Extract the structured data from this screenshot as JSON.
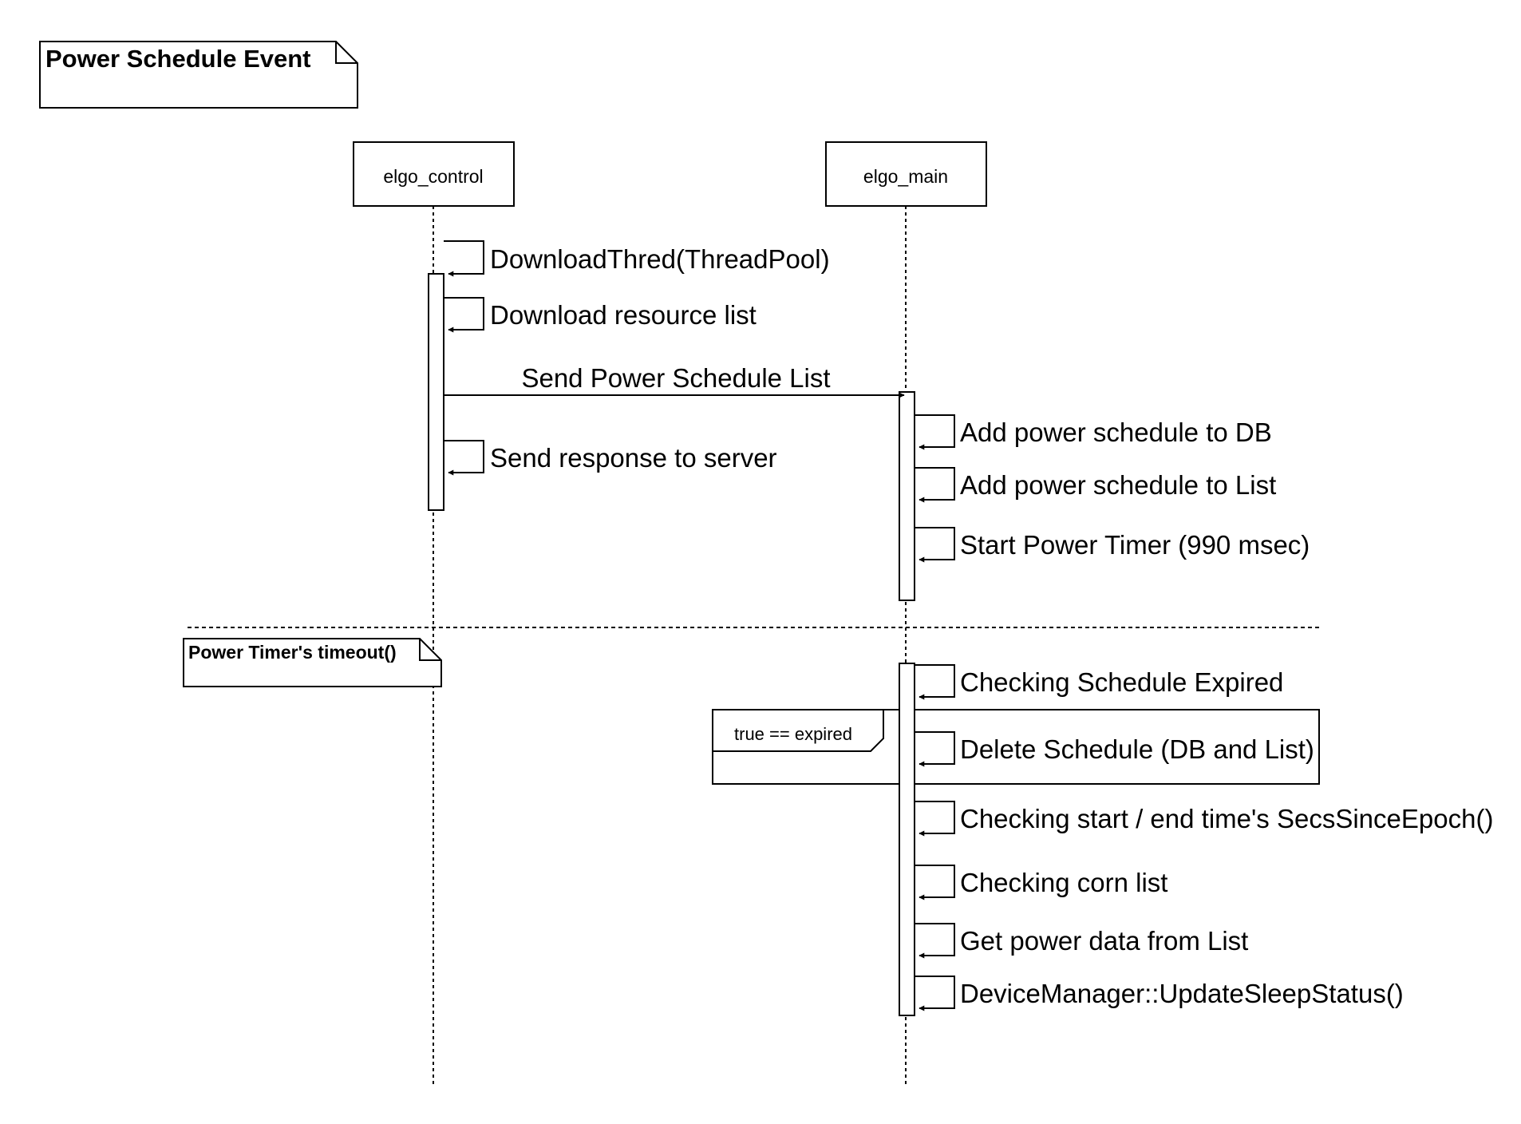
{
  "title_note": "Power Schedule Event",
  "participants": {
    "control": "elgo_control",
    "main": "elgo_main"
  },
  "messages": {
    "download_thread": "DownloadThred(ThreadPool)",
    "download_resource_list": "Download resource list",
    "send_power_schedule_list": "Send Power Schedule List",
    "send_response": "Send response to server",
    "add_to_db": "Add power schedule to DB",
    "add_to_list": "Add power schedule to List",
    "start_power_timer": "Start Power Timer (990 msec)",
    "checking_schedule_expired": "Checking Schedule Expired",
    "delete_schedule": "Delete Schedule (DB and List)",
    "checking_secs_since_epoch": "Checking start / end time's SecsSinceEpoch()",
    "checking_corn_list": "Checking corn list",
    "get_power_data": "Get power data from List",
    "update_sleep_status": "DeviceManager::UpdateSleepStatus()"
  },
  "timeout_note": "Power Timer's timeout()",
  "alt_frame_guard": "true == expired"
}
